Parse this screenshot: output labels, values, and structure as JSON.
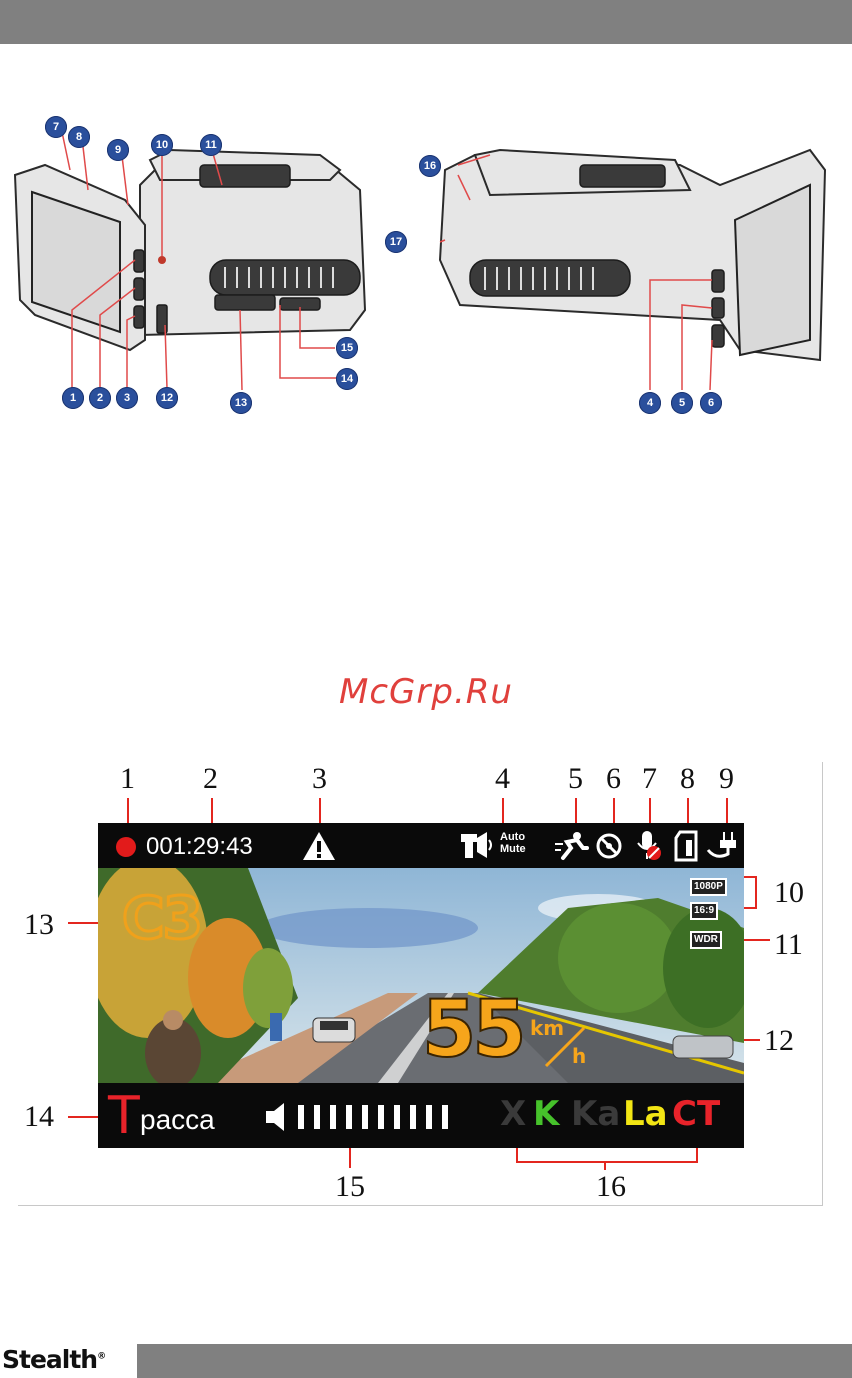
{
  "header": {},
  "device_views": {
    "left_labels": [
      "7",
      "8",
      "9",
      "10",
      "11",
      "1",
      "2",
      "3",
      "12",
      "13",
      "14",
      "15"
    ],
    "right_labels": [
      "16",
      "17",
      "4",
      "5",
      "6"
    ]
  },
  "watermark": "McGrp.Ru",
  "display_diagram": {
    "callouts": [
      "1",
      "2",
      "3",
      "4",
      "5",
      "6",
      "7",
      "8",
      "9",
      "10",
      "11",
      "12",
      "13",
      "14",
      "15",
      "16"
    ],
    "status": {
      "timer": "001:29:43",
      "auto_label": "Auto",
      "mute_label": "Mute"
    },
    "side_badges": {
      "res": "1080P",
      "ratio": "16:9",
      "wdr": "WDR"
    },
    "speed_camera_code": "C3",
    "speed_value": "55",
    "speed_unit_top": "km",
    "speed_unit_bottom": "h",
    "mode": {
      "letter": "T",
      "rest": "расса"
    },
    "bands": [
      {
        "label": "X",
        "color": "#3a3a3a"
      },
      {
        "label": "K",
        "color": "#46c22b"
      },
      {
        "label": "Ka",
        "color": "#3a3a3a"
      },
      {
        "label": "La",
        "color": "#f2e514"
      },
      {
        "label": "CT",
        "color": "#e8232a"
      }
    ]
  },
  "footer": {
    "logo": "Stealth",
    "logo_mark": "®"
  }
}
